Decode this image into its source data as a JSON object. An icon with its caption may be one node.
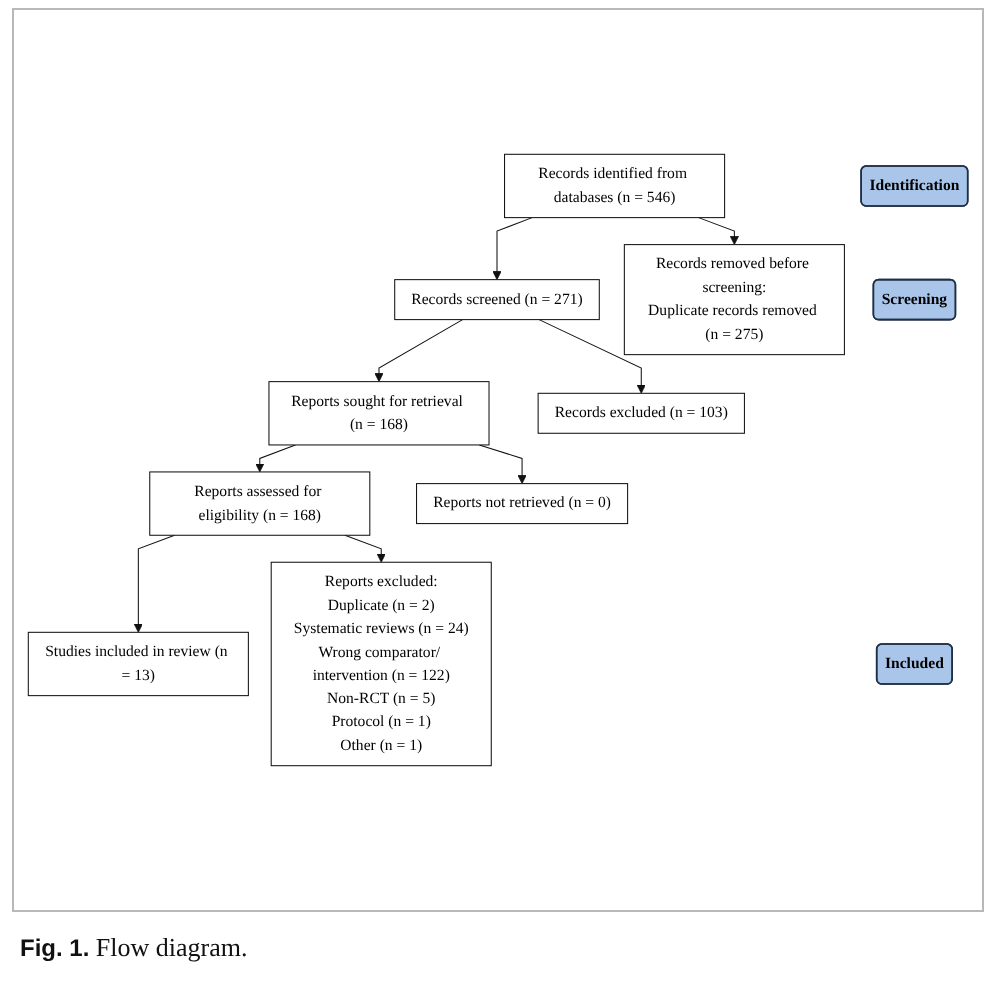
{
  "diagram": {
    "caption": "**Fig. 1.** Flow diagram.",
    "nodes": [
      {
        "text": [
          "Identification"
        ]
      },
      {
        "text": [
          "Records identified from databases (n = 546)"
        ]
      },
      {
        "text": [
          "Records removed before screening:",
          "Duplicate records removed (n = 275)"
        ]
      },
      {
        "text": [
          "Screening"
        ]
      },
      {
        "text": [
          "Records screened (n = 271)"
        ]
      },
      {
        "text": [
          "Records excluded (n = 103)"
        ]
      },
      {
        "text": [
          "Reports sought for retrieval (n = 168)"
        ]
      },
      {
        "text": [
          "Reports not retrieved (n = 0)"
        ]
      },
      {
        "text": [
          "Reports assessed for eligibility (n = 168)"
        ]
      },
      {
        "text": [
          "Reports excluded:",
          "Duplicate (n = 2)",
          "Systematic reviews (n = 24)",
          "Wrong comparator/ intervention (n = 122)",
          "Non-RCT (n = 5)",
          "Protocol (n = 1)",
          "Other (n = 1)"
        ]
      },
      {
        "text": [
          "Included"
        ]
      },
      {
        "text": [
          "Studies included in review (n = 13)"
        ]
      }
    ],
    "edges": [
      {
        "from": 1,
        "to": 4,
        "arrow": "to"
      },
      {
        "from": 1,
        "to": 2,
        "arrow": "to"
      },
      {
        "from": 4,
        "to": 6,
        "arrow": "to"
      },
      {
        "from": 4,
        "to": 5,
        "arrow": "to"
      },
      {
        "from": 6,
        "to": 8,
        "arrow": "to"
      },
      {
        "from": 6,
        "to": 7,
        "arrow": "to"
      },
      {
        "from": 8,
        "to": 11,
        "arrow": "to"
      },
      {
        "from": 8,
        "to": 9,
        "arrow": "to"
      }
    ]
  }
}
